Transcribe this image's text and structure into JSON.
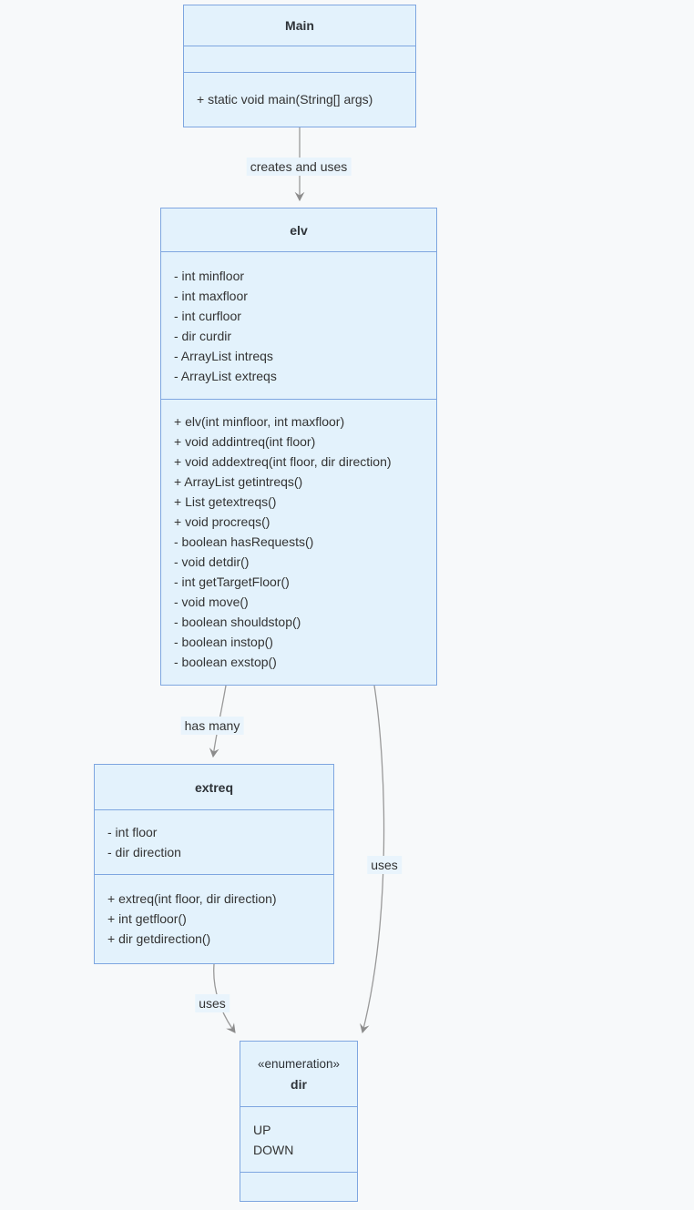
{
  "diagram": {
    "type": "uml-class-diagram",
    "background_color": "#F7F9FA",
    "node_fill_color": "#E3F2FC",
    "node_border_color": "#7EA6E0",
    "edge_color": "#999999",
    "arrowhead_color": "#8C8C8C",
    "edge_label_background": "#E9F4FC",
    "text_color": "#333333"
  },
  "classes": [
    {
      "title": "Main",
      "stereotype": "",
      "attributes": [],
      "methods": [
        "+ static void main(String[] args)"
      ]
    },
    {
      "title": "elv",
      "stereotype": "",
      "attributes": [
        "- int minfloor",
        "- int maxfloor",
        "- int curfloor",
        "- dir curdir",
        "- ArrayList intreqs",
        "- ArrayList extreqs"
      ],
      "methods": [
        "+ elv(int minfloor, int maxfloor)",
        "+ void addintreq(int floor)",
        "+ void addextreq(int floor, dir direction)",
        "+ ArrayList getintreqs()",
        "+ List getextreqs()",
        "+ void procreqs()",
        "- boolean hasRequests()",
        "- void detdir()",
        "- int getTargetFloor()",
        "- void move()",
        "- boolean shouldstop()",
        "- boolean instop()",
        "- boolean exstop()"
      ]
    },
    {
      "title": "extreq",
      "stereotype": "",
      "attributes": [
        "- int floor",
        "- dir direction"
      ],
      "methods": [
        "+ extreq(int floor, dir direction)",
        "+ int getfloor()",
        "+ dir getdirection()"
      ]
    },
    {
      "title": "dir",
      "stereotype": "«enumeration»",
      "attributes": [
        "UP",
        "DOWN"
      ],
      "methods": []
    }
  ],
  "edges": [
    {
      "from": "Main",
      "to": "elv",
      "label": "creates and uses"
    },
    {
      "from": "elv",
      "to": "extreq",
      "label": "has many"
    },
    {
      "from": "extreq",
      "to": "dir",
      "label": "uses"
    },
    {
      "from": "elv",
      "to": "dir",
      "label": "uses"
    }
  ]
}
